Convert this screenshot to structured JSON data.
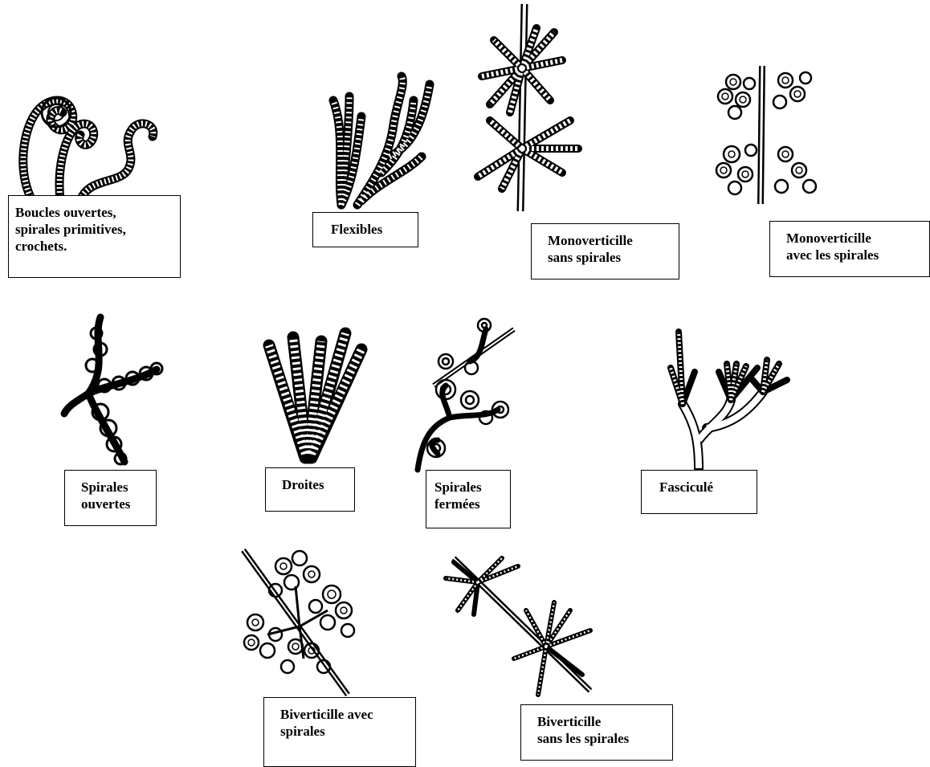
{
  "diagram": {
    "labels": {
      "boucles": "Boucles ouvertes,\nspirales primitives,\ncrochets.",
      "flexibles": "Flexibles",
      "mono_sans": "Monoverticille\nsans spirales",
      "mono_avec": "Monoverticille\navec les spirales",
      "spirales_ouvertes": "Spirales\nouvertes",
      "droites": "Droites",
      "spirales_fermees": "Spirales\nfermées",
      "fascicule": "Fasciculé",
      "biv_avec": "Biverticille avec\nspirales",
      "biv_sans": "Biverticille\nsans les spirales"
    }
  }
}
